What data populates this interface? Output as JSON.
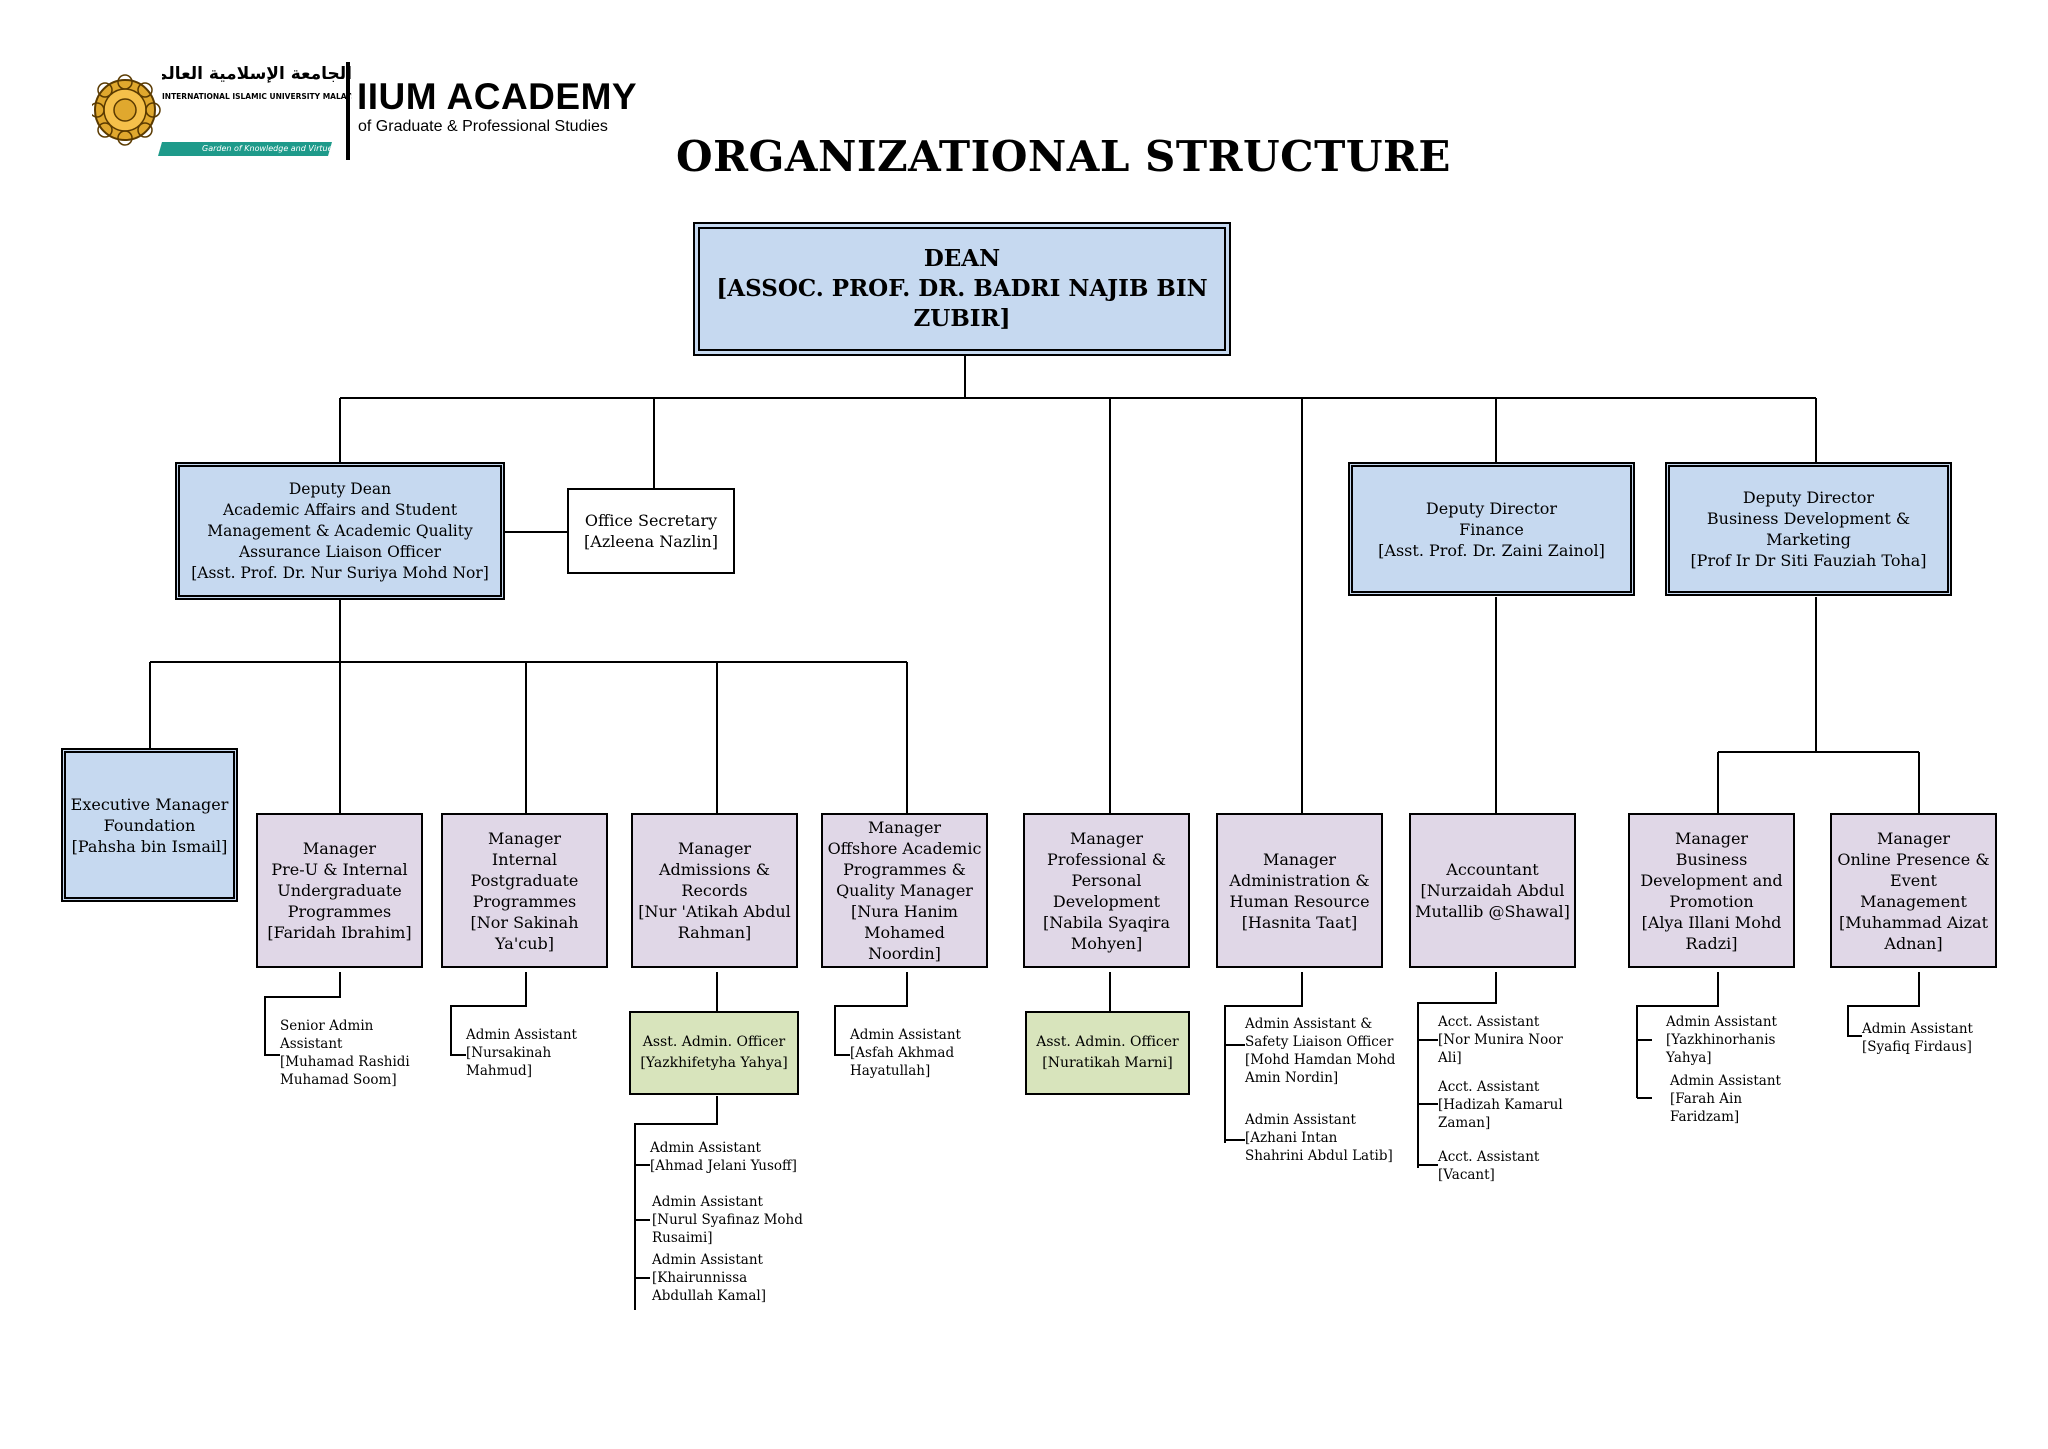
{
  "header": {
    "title": "ORGANIZATIONAL STRUCTURE",
    "logo_arabic": "الجامعة الإسلامية العالمية ماليزيا",
    "logo_university": "INTERNATIONAL ISLAMIC UNIVERSITY MALAYSIA",
    "logo_tagline": "Garden of Knowledge and Virtue",
    "academy_name": "IIUM ACADEMY",
    "academy_subtitle": "of Graduate & Professional Studies"
  },
  "colors": {
    "leadership_box": "#c6d9f0",
    "manager_box": "#e0d7e7",
    "officer_box": "#d8e4bc",
    "logo_gold": "#e0a82e",
    "logo_teal": "#1e9a8a"
  },
  "nodes": {
    "dean": "DEAN\n[ASSOC. PROF. DR. BADRI NAJIB BIN ZUBIR]",
    "deputy_dean": "Deputy Dean\nAcademic Affairs and Student\nManagement & Academic Quality\nAssurance Liaison Officer\n[Asst. Prof. Dr. Nur Suriya Mohd Nor]",
    "office_secretary": "Office Secretary\n[Azleena Nazlin]",
    "deputy_director_finance": "Deputy Director\nFinance\n[Asst. Prof. Dr. Zaini Zainol]",
    "deputy_director_bdm": "Deputy Director\nBusiness Development & Marketing\n[Prof Ir Dr Siti Fauziah Toha]",
    "exec_manager_foundation": "Executive Manager\nFoundation\n[Pahsha bin Ismail]",
    "manager_preu": "Manager\nPre-U & Internal\nUndergraduate\nProgrammes\n[Faridah Ibrahim]",
    "manager_ipg": "Manager\nInternal Postgraduate\nProgrammes\n[Nor Sakinah Ya'cub]",
    "manager_admissions": "Manager\nAdmissions & Records\n[Nur 'Atikah Abdul\nRahman]",
    "manager_offshore": "Manager\nOffshore Academic\nProgrammes &\nQuality Manager\n[Nura Hanim\nMohamed Noordin]",
    "manager_professional": "Manager\nProfessional &\nPersonal\nDevelopment\n[Nabila Syaqira\nMohyen]",
    "manager_admin_hr": "Manager\nAdministration &\nHuman Resource\n[Hasnita Taat]",
    "accountant": "Accountant\n[Nurzaidah Abdul\nMutallib @Shawal]",
    "manager_bdp": "Manager\nBusiness\nDevelopment and\nPromotion\n[Alya Illani Mohd\nRadzi]",
    "manager_online": "Manager\nOnline Presence &\nEvent Management\n[Muhammad Aizat\nAdnan]",
    "asst_officer_admissions": "Asst. Admin. Officer\n[Yazkhifetyha Yahya]",
    "asst_officer_professional": "Asst. Admin. Officer\n[Nuratikah Marni]"
  },
  "staff": {
    "preu_senior": "Senior Admin\nAssistant\n[Muhamad Rashidi\nMuhamad Soom]",
    "ipg_assistant": "Admin Assistant\n[Nursakinah\nMahmud]",
    "offshore_assistant": "Admin Assistant\n[Asfah Akhmad\nHayatullah]",
    "admissions_1": "Admin Assistant\n[Ahmad Jelani Yusoff]",
    "admissions_2": "Admin Assistant\n[Nurul Syafinaz Mohd\nRusaimi]",
    "admissions_3": "Admin Assistant\n[Khairunnissa\nAbdullah Kamal]",
    "hr_1": "Admin Assistant &\nSafety Liaison Officer\n[Mohd Hamdan Mohd\nAmin Nordin]",
    "hr_2": "Admin Assistant\n[Azhani Intan\nShahrini Abdul Latib]",
    "acct_1": "Acct. Assistant\n[Nor Munira Noor\nAli]",
    "acct_2": "Acct. Assistant\n[Hadizah Kamarul\nZaman]",
    "acct_3": "Acct. Assistant\n[Vacant]",
    "bdp_1": "Admin Assistant\n[Yazkhinorhanis\nYahya]",
    "bdp_2": "Admin Assistant\n[Farah Ain\nFaridzam]",
    "online_1": "Admin Assistant\n[Syafiq Firdaus]"
  }
}
